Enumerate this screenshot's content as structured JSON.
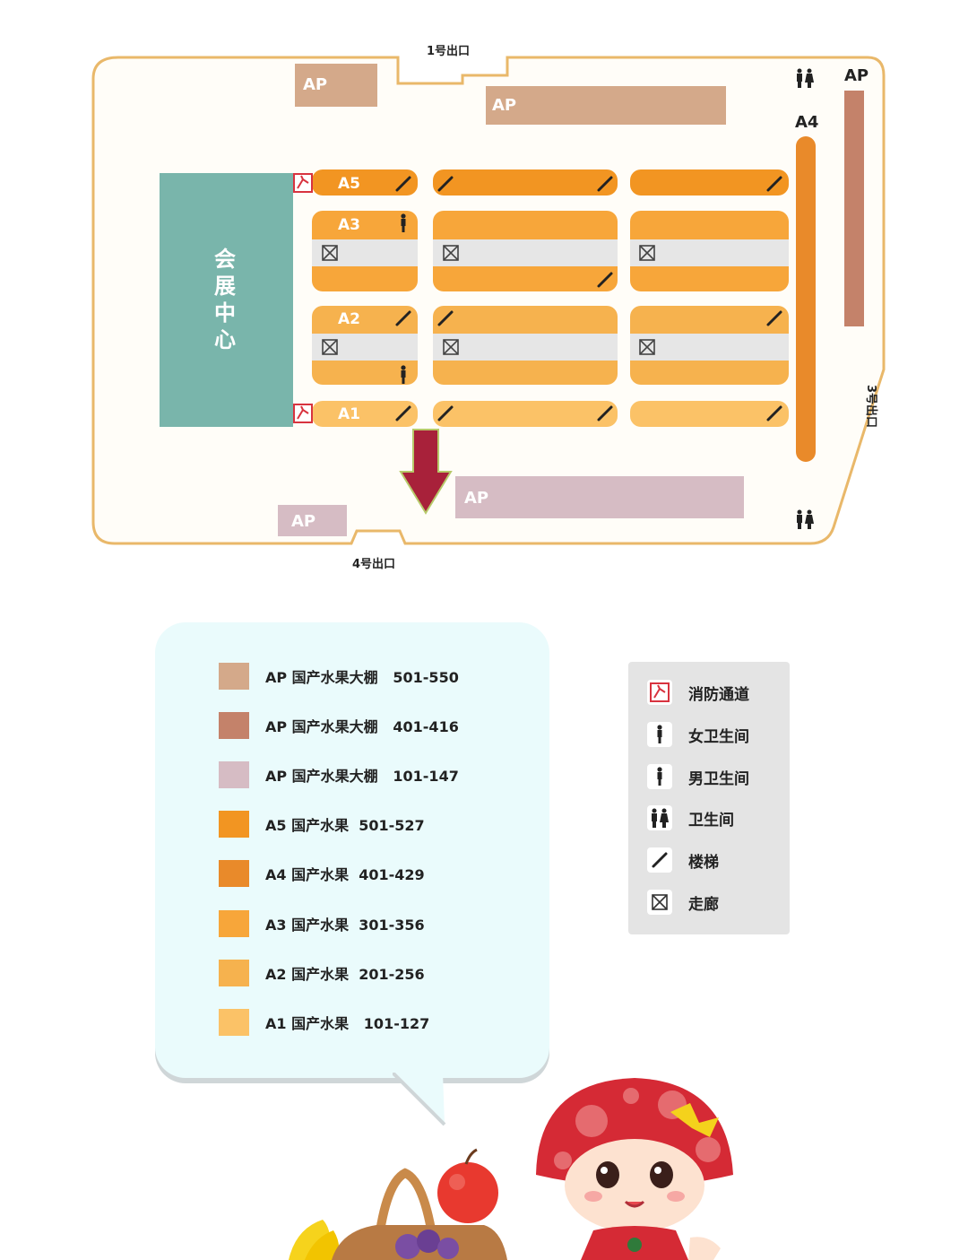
{
  "map": {
    "exits": {
      "exit1": "1号出口",
      "exit3": "3号出口",
      "exit4": "4号出口"
    },
    "convention_center": "会展中心",
    "ap_label": "AP",
    "blocks": {
      "a1": "A1",
      "a2": "A2",
      "a3": "A3",
      "a4": "A4",
      "a5": "A5"
    }
  },
  "legend": {
    "items": [
      {
        "color": "#d4a98a",
        "text": "AP 国产水果大棚   501-550"
      },
      {
        "color": "#c4826a",
        "text": "AP 国产水果大棚   401-416"
      },
      {
        "color": "#d6bcc4",
        "text": "AP 国产水果大棚   101-147"
      },
      {
        "color": "#f29522",
        "text": "A5 国产水果  501-527"
      },
      {
        "color": "#e98a2a",
        "text": "A4 国产水果  401-429"
      },
      {
        "color": "#f7a63a",
        "text": "A3 国产水果  301-356"
      },
      {
        "color": "#f6b24e",
        "text": "A2 国产水果  201-256"
      },
      {
        "color": "#fbc267",
        "text": "A1 国产水果   101-127"
      }
    ]
  },
  "icon_legend": {
    "items": [
      {
        "icon": "fire-exit-icon",
        "text": "消防通道"
      },
      {
        "icon": "female-restroom-icon",
        "text": "女卫生间"
      },
      {
        "icon": "male-restroom-icon",
        "text": "男卫生间"
      },
      {
        "icon": "restroom-icon",
        "text": "卫生间"
      },
      {
        "icon": "stairs-icon",
        "text": "楼梯"
      },
      {
        "icon": "corridor-icon",
        "text": "走廊"
      }
    ]
  },
  "colors": {
    "outline": "#e9b86a",
    "convention": "#79b5ab",
    "arrow": "#a8213a",
    "corridor": "#e6e6e6"
  }
}
